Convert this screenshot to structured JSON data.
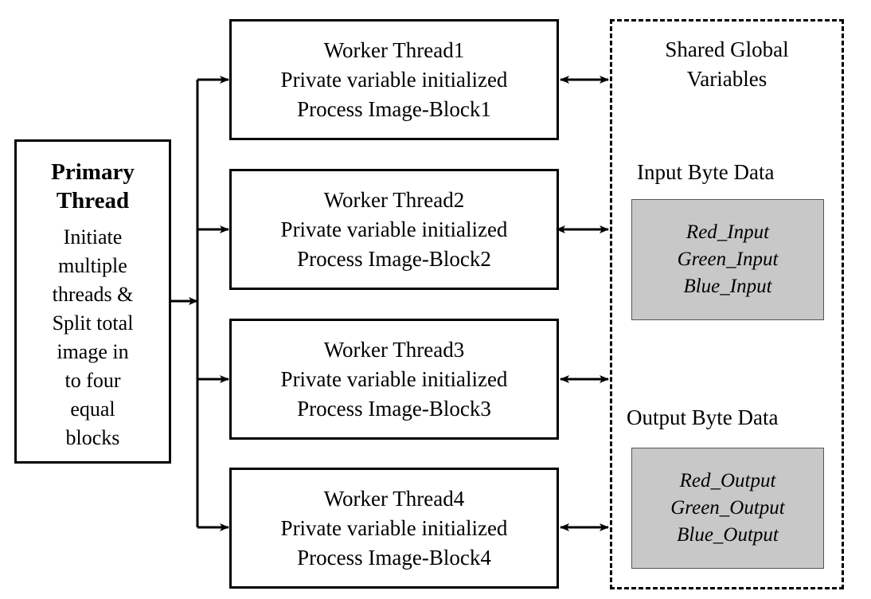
{
  "primary": {
    "title_line1": "Primary",
    "title_line2": "Thread",
    "desc_lines": [
      "Initiate",
      "multiple",
      "threads &",
      "Split total",
      "image in",
      "to four",
      "equal",
      "blocks"
    ]
  },
  "workers": [
    {
      "name": "Worker Thread1",
      "line2": "Private variable initialized",
      "line3": "Process Image-Block1"
    },
    {
      "name": "Worker Thread2",
      "line2": "Private variable initialized",
      "line3": "Process Image-Block2"
    },
    {
      "name": "Worker Thread3",
      "line2": "Private variable initialized",
      "line3": "Process Image-Block3"
    },
    {
      "name": "Worker Thread4",
      "line2": "Private variable initialized",
      "line3": "Process Image-Block4"
    }
  ],
  "shared": {
    "title_line1": "Shared Global",
    "title_line2": "Variables",
    "input_label": "Input Byte Data",
    "input_vars": [
      "Red_Input",
      "Green_Input",
      "Blue_Input"
    ],
    "output_label": "Output Byte Data",
    "output_vars": [
      "Red_Output",
      "Green_Output",
      "Blue_Output"
    ]
  },
  "colors": {
    "data_box_fill": "#c8c8c8",
    "stroke": "#000000"
  }
}
